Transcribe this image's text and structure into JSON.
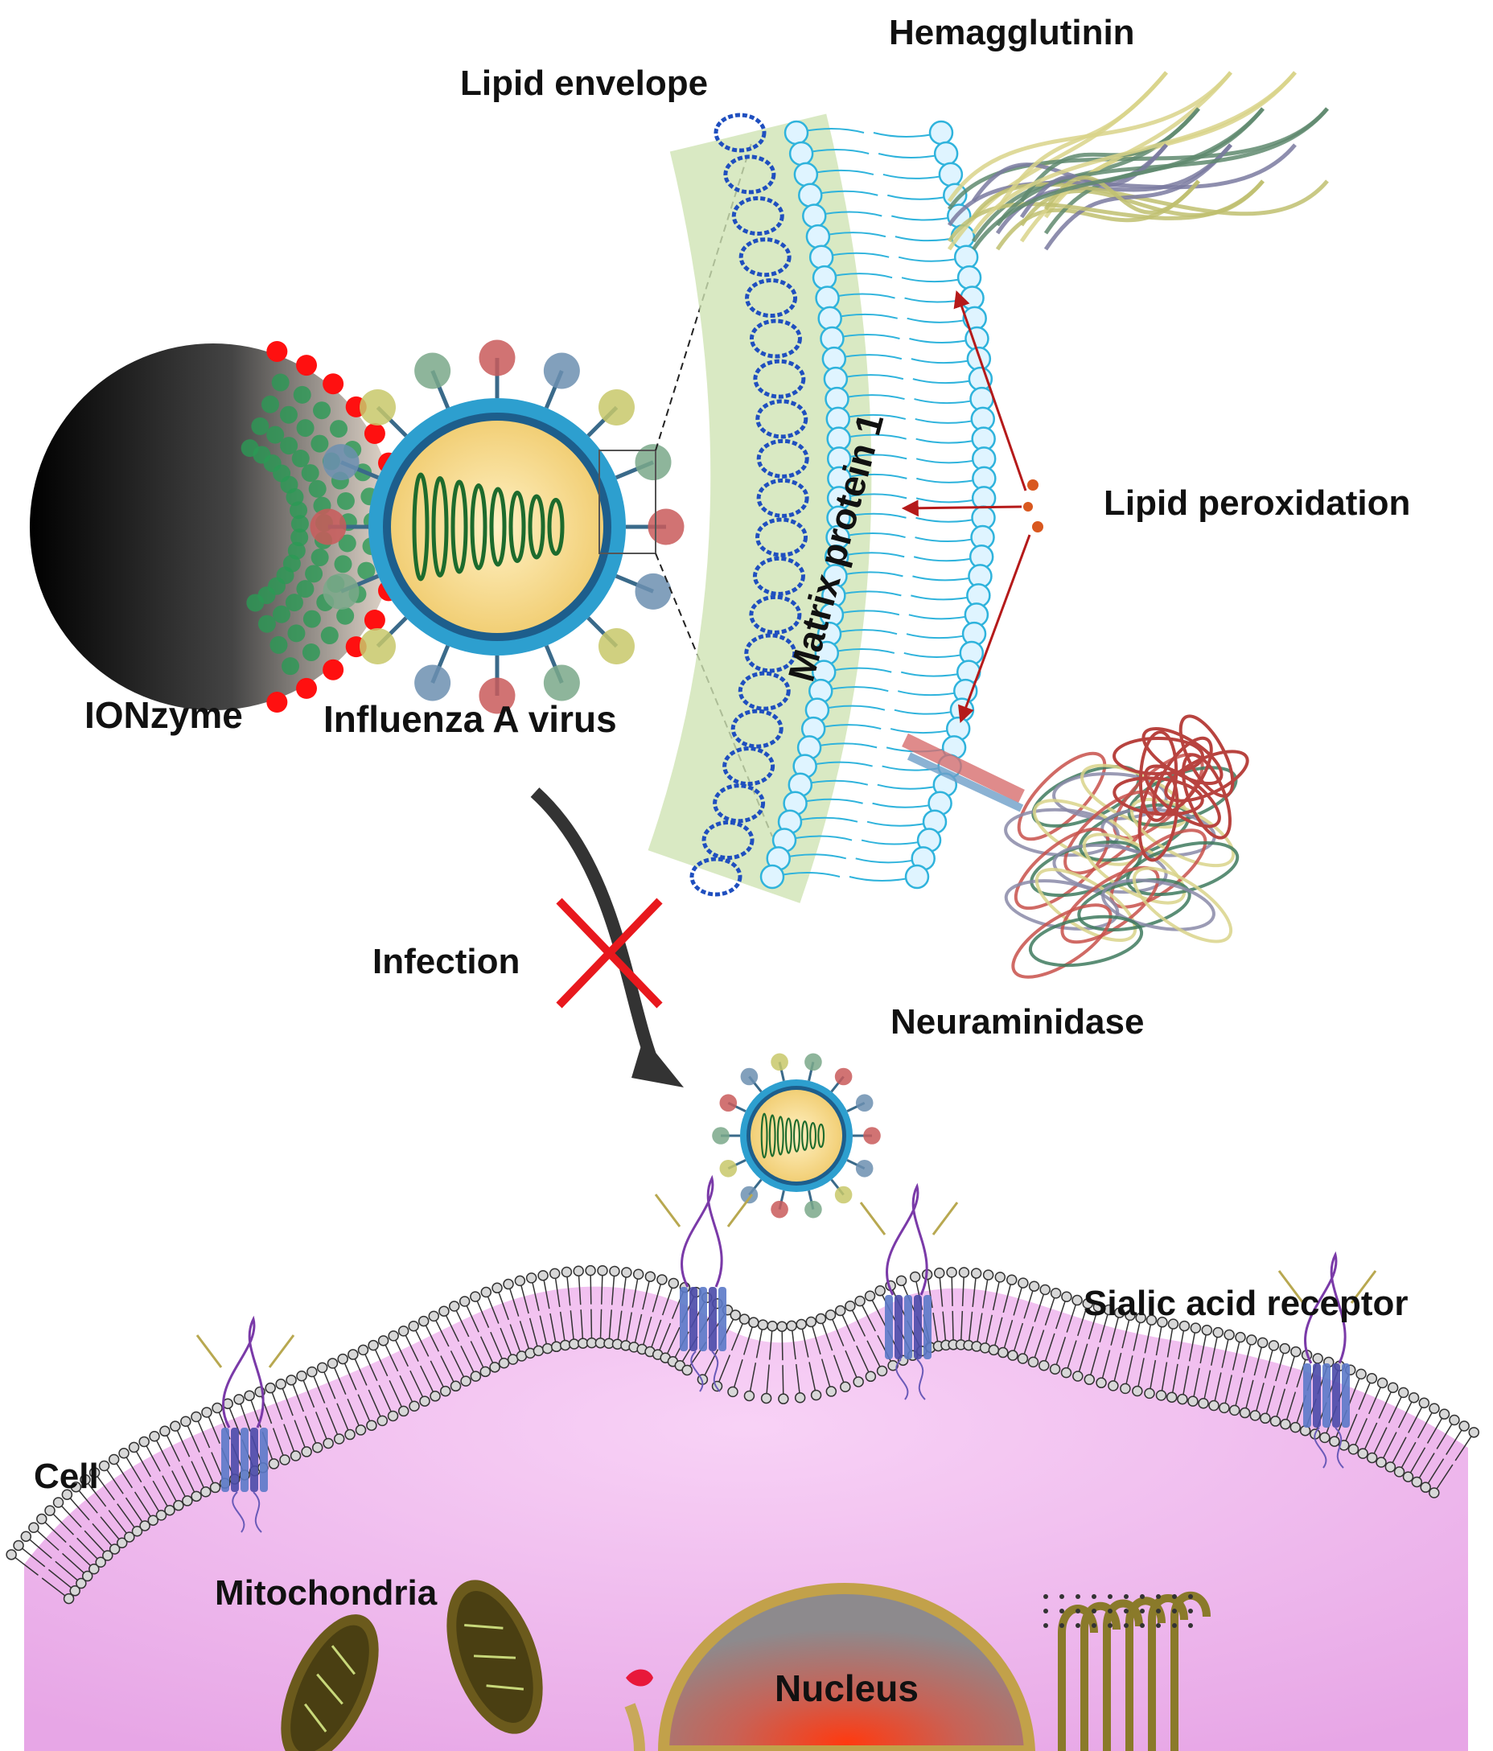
{
  "labels": {
    "hemagglutinin": "Hemagglutinin",
    "lipid_envelope": "Lipid envelope",
    "matrix_protein": "Matrix protein 1",
    "lipid_peroxidation": "Lipid peroxidation",
    "ionzyme": "IONzyme",
    "influenza": "Influenza A virus",
    "neuraminidase": "Neuraminidase",
    "infection": "Infection",
    "sialic_acid": "Sialic acid receptor",
    "cell": "Cell",
    "mitochondria": "Mitochondria",
    "nucleus": "Nucleus"
  },
  "colors": {
    "membrane_blue": "#2fb3dc",
    "lipid_head": "#dff4ff",
    "matrix_green": "#cfe3b4",
    "matrix_protein": "#1f4fbf",
    "arrow_red": "#b51a1a",
    "cross_red": "#e8181d",
    "cytoplasm_pink": "#efb6ef",
    "virus_core": "#f4d58d",
    "nucleus_red": "#e8361d",
    "mito_brown": "#6b5a1c"
  }
}
